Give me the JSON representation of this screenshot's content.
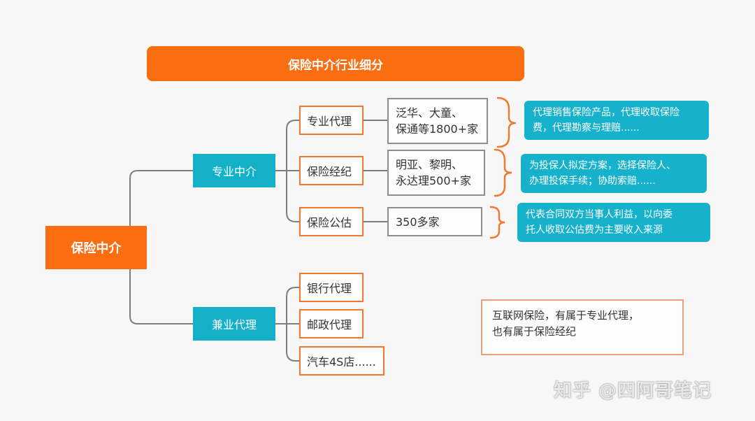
{
  "title": "保险中介行业细分",
  "root": "保险中介",
  "categories": [
    {
      "label": "专业中介",
      "children": [
        {
          "label": "专业代理",
          "info": [
            "泛华、大童、",
            "保通等1800+家"
          ],
          "desc": [
            "代理销售保险产品，代理收取保险",
            "费，代理勘察与理赔......"
          ]
        },
        {
          "label": "保险经纪",
          "info": [
            "明亚、黎明、",
            "永达理500+家"
          ],
          "desc": [
            "为投保人拟定方案，选择保险人、",
            "办理投保手续；协助索赔......"
          ]
        },
        {
          "label": "保险公估",
          "info": [
            "350多家"
          ],
          "desc": [
            "代表合同双方当事人利益，以向委",
            "托人收取公估费为主要收入来源"
          ]
        }
      ]
    },
    {
      "label": "兼业代理",
      "children": [
        {
          "label": "银行代理"
        },
        {
          "label": "邮政代理"
        },
        {
          "label": "汽车4S店......"
        }
      ]
    }
  ],
  "note": [
    "互联网保险，有属于专业代理，",
    "也有属于保险经纪"
  ],
  "watermark": "知乎 @四阿哥笔记",
  "colors": {
    "orange": "#fa6d10",
    "teal": "#14b0c8",
    "gray_border": "#8a8f96",
    "line": "#7a7f86"
  }
}
